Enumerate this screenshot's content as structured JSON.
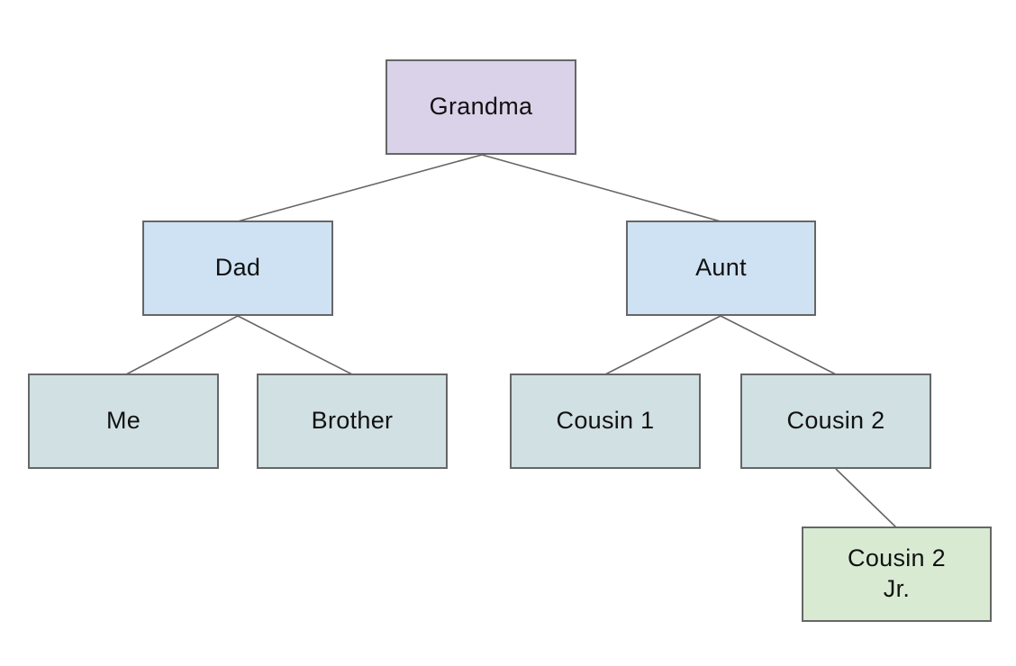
{
  "diagram": {
    "type": "family-tree",
    "background_color": "#ffffff",
    "node_border_color": "#666666",
    "edge_line_color": "#666666",
    "text_color": "#111111",
    "nodes": [
      {
        "id": "grandma",
        "label": "Grandma",
        "fill": "#d9d2e9"
      },
      {
        "id": "dad",
        "label": "Dad",
        "fill": "#cfe2f3"
      },
      {
        "id": "aunt",
        "label": "Aunt",
        "fill": "#cfe2f3"
      },
      {
        "id": "me",
        "label": "Me",
        "fill": "#d0e0e3"
      },
      {
        "id": "brother",
        "label": "Brother",
        "fill": "#d0e0e3"
      },
      {
        "id": "cousin1",
        "label": "Cousin 1",
        "fill": "#d0e0e3"
      },
      {
        "id": "cousin2",
        "label": "Cousin 2",
        "fill": "#d0e0e3"
      },
      {
        "id": "cousin2jr",
        "label": "Cousin 2\nJr.",
        "fill": "#d9ead3"
      }
    ],
    "edges": [
      {
        "from": "grandma",
        "to": "dad"
      },
      {
        "from": "grandma",
        "to": "aunt"
      },
      {
        "from": "dad",
        "to": "me"
      },
      {
        "from": "dad",
        "to": "brother"
      },
      {
        "from": "aunt",
        "to": "cousin1"
      },
      {
        "from": "aunt",
        "to": "cousin2"
      },
      {
        "from": "cousin2",
        "to": "cousin2jr"
      }
    ]
  }
}
